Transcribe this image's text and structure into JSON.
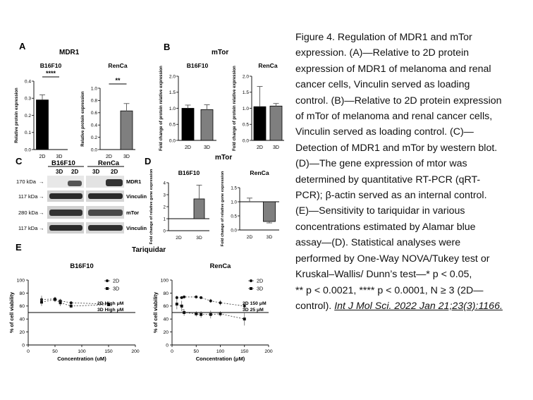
{
  "panel_letters": {
    "A": "A",
    "B": "B",
    "C": "C",
    "D": "D",
    "E": "E"
  },
  "titles": {
    "A": "MDR1",
    "B": "mTor",
    "D": "mTor",
    "E": "Tariquidar"
  },
  "caption": {
    "lines": [
      "Figure 4. Regulation of MDR1 and mTor",
      "expression. (A)—Relative to 2D protein",
      "expression of MDR1 of melanoma and renal",
      "cancer cells, Vinculin served as loading",
      "control. (B)—Relative to 2D protein expression",
      "of mTor of melanoma and renal cancer cells,",
      "Vinculin served as loading control. (C)—",
      "Detection of MDR1 and mTor by western blot.",
      "(D)—The gene expression of mtor was",
      "determined by quantitative RT-PCR (qRT-",
      "PCR); β-actin served as an internal control.",
      "(E)—Sensitivity to tariquidar in various",
      "concentrations estimated by Alamar blue",
      "assay—(D). Statistical analyses were",
      "performed by One-Way NOVA/Tukey test or",
      "Kruskal–Wallis/ Dunn’s test—* p < 0.05,",
      "** p < 0.0021, **** p < 0.0001, N ≥ 3 (2D—",
      "control)."
    ],
    "citation": "Int J Mol Sci. 2022 Jan 21;23(3):1166."
  },
  "blot": {
    "cell_lines": [
      "B16F10",
      "RenCa"
    ],
    "lanes": [
      "3D",
      "2D",
      "3D",
      "2D"
    ],
    "rows": [
      {
        "mw": "170  kDa",
        "protein": "MDR1"
      },
      {
        "mw": "117 kDa",
        "protein": "Vinculin"
      },
      {
        "mw": "280 kDa",
        "protein": "mTor"
      },
      {
        "mw": "117 kDa",
        "protein": "Vinculin"
      }
    ]
  },
  "chart_data": [
    {
      "id": "A1",
      "type": "bar",
      "title": "B16F10",
      "ylabel": "Relative protein expression",
      "categories": [
        "2D",
        "3D"
      ],
      "values": [
        0.29,
        0.0
      ],
      "errors": [
        0.03,
        0
      ],
      "ylim": [
        0,
        0.4
      ],
      "yticks": [
        "0.0",
        "0.1",
        "0.2",
        "0.3",
        "0.4"
      ],
      "significance": "****",
      "colors": [
        "#000000",
        "#000000"
      ]
    },
    {
      "id": "A2",
      "type": "bar",
      "title": "RenCa",
      "ylabel": "Relative protein expression",
      "categories": [
        "2D",
        "3D"
      ],
      "values": [
        0.0,
        0.63
      ],
      "errors": [
        0,
        0.12
      ],
      "ylim": [
        0,
        1.0
      ],
      "yticks": [
        "0.0",
        "0.2",
        "0.4",
        "0.6",
        "0.8",
        "1.0"
      ],
      "significance": "**",
      "colors": [
        "#000000",
        "#7f7f7f"
      ]
    },
    {
      "id": "B1",
      "type": "bar",
      "title": "B16F10",
      "ylabel": "Fold change of protein relative expression",
      "categories": [
        "2D",
        "3D"
      ],
      "values": [
        1.0,
        0.96
      ],
      "errors": [
        0.1,
        0.15
      ],
      "ylim": [
        0,
        2.0
      ],
      "yticks": [
        "0.0",
        "0.5",
        "1.0",
        "1.5",
        "2.0"
      ],
      "colors": [
        "#000000",
        "#7f7f7f"
      ]
    },
    {
      "id": "B2",
      "type": "bar",
      "title": "RenCa",
      "ylabel": "Fold change of protein relative expression",
      "categories": [
        "2D",
        "3D"
      ],
      "values": [
        1.05,
        1.07
      ],
      "errors": [
        0.63,
        0.08
      ],
      "ylim": [
        0,
        2.0
      ],
      "yticks": [
        "0.0",
        "0.5",
        "1.0",
        "1.5",
        "2.0"
      ],
      "colors": [
        "#000000",
        "#7f7f7f"
      ]
    },
    {
      "id": "D1",
      "type": "bar",
      "title": "B16F10",
      "ylabel": "Fold change of relative gene expression",
      "categories": [
        "2D",
        "3D"
      ],
      "values": [
        1.0,
        2.65
      ],
      "errors": [
        0,
        1.15
      ],
      "baseline": 1,
      "ylim": [
        0,
        4
      ],
      "yticks": [
        "0",
        "1",
        "2",
        "3",
        "4"
      ],
      "colors": [
        "#000000",
        "#7f7f7f"
      ]
    },
    {
      "id": "D2",
      "type": "bar",
      "title": "RenCa",
      "ylabel": "Fold change of relative gene expression",
      "categories": [
        "2D",
        "3D"
      ],
      "values": [
        1.0,
        0.3
      ],
      "errors": [
        0.13,
        0.05
      ],
      "baseline": 1,
      "ylim": [
        0,
        1.5
      ],
      "yticks": [
        "0.0",
        "0.5",
        "1.0",
        "1.5"
      ],
      "colors": [
        "#000000",
        "#7f7f7f"
      ]
    },
    {
      "id": "E1",
      "type": "line",
      "title": "B16F10",
      "ylabel": "% of cell viability",
      "xlabel": "Concentration (uM)",
      "xlim": [
        0,
        200
      ],
      "ylim": [
        0,
        100
      ],
      "xticks": [
        "0",
        "50",
        "100",
        "150",
        "200"
      ],
      "yticks": [
        "0",
        "20",
        "40",
        "60",
        "80",
        "100"
      ],
      "threshold": 50,
      "series": [
        {
          "name": "2D",
          "marker": "circle",
          "x": [
            25,
            50,
            60,
            80,
            150
          ],
          "y": [
            70,
            71,
            68,
            65,
            63
          ],
          "errors": [
            6,
            3,
            3,
            2,
            3
          ]
        },
        {
          "name": "3D",
          "marker": "square",
          "x": [
            25,
            50,
            60,
            80,
            150
          ],
          "y": [
            66,
            70,
            65,
            60,
            62
          ],
          "errors": [
            6,
            4,
            5,
            3,
            2
          ]
        }
      ],
      "annotation": [
        "2D High μM",
        "3D High μM"
      ]
    },
    {
      "id": "E2",
      "type": "line",
      "title": "RenCa",
      "ylabel": "% of cell viability",
      "xlabel": "Concentration (μM)",
      "xlim": [
        0,
        200
      ],
      "ylim": [
        0,
        100
      ],
      "xticks": [
        "0",
        "50",
        "100",
        "150",
        "200"
      ],
      "yticks": [
        "0",
        "20",
        "40",
        "60",
        "80",
        "100"
      ],
      "threshold": 50,
      "series": [
        {
          "name": "2D",
          "marker": "circle",
          "x": [
            10,
            20,
            25,
            50,
            60,
            80,
            100,
            150
          ],
          "y": [
            73,
            73,
            74,
            74,
            73,
            68,
            65,
            60
          ],
          "errors": [
            3,
            2,
            2,
            2,
            2,
            3,
            4,
            5
          ]
        },
        {
          "name": "3D",
          "marker": "square",
          "x": [
            10,
            20,
            25,
            50,
            60,
            80,
            100,
            150
          ],
          "y": [
            63,
            60,
            50,
            48,
            47,
            47,
            48,
            40
          ],
          "errors": [
            8,
            8,
            5,
            4,
            5,
            6,
            4,
            10
          ]
        }
      ],
      "annotation": [
        "2D 150 μM",
        "3D 25 μM"
      ]
    }
  ]
}
